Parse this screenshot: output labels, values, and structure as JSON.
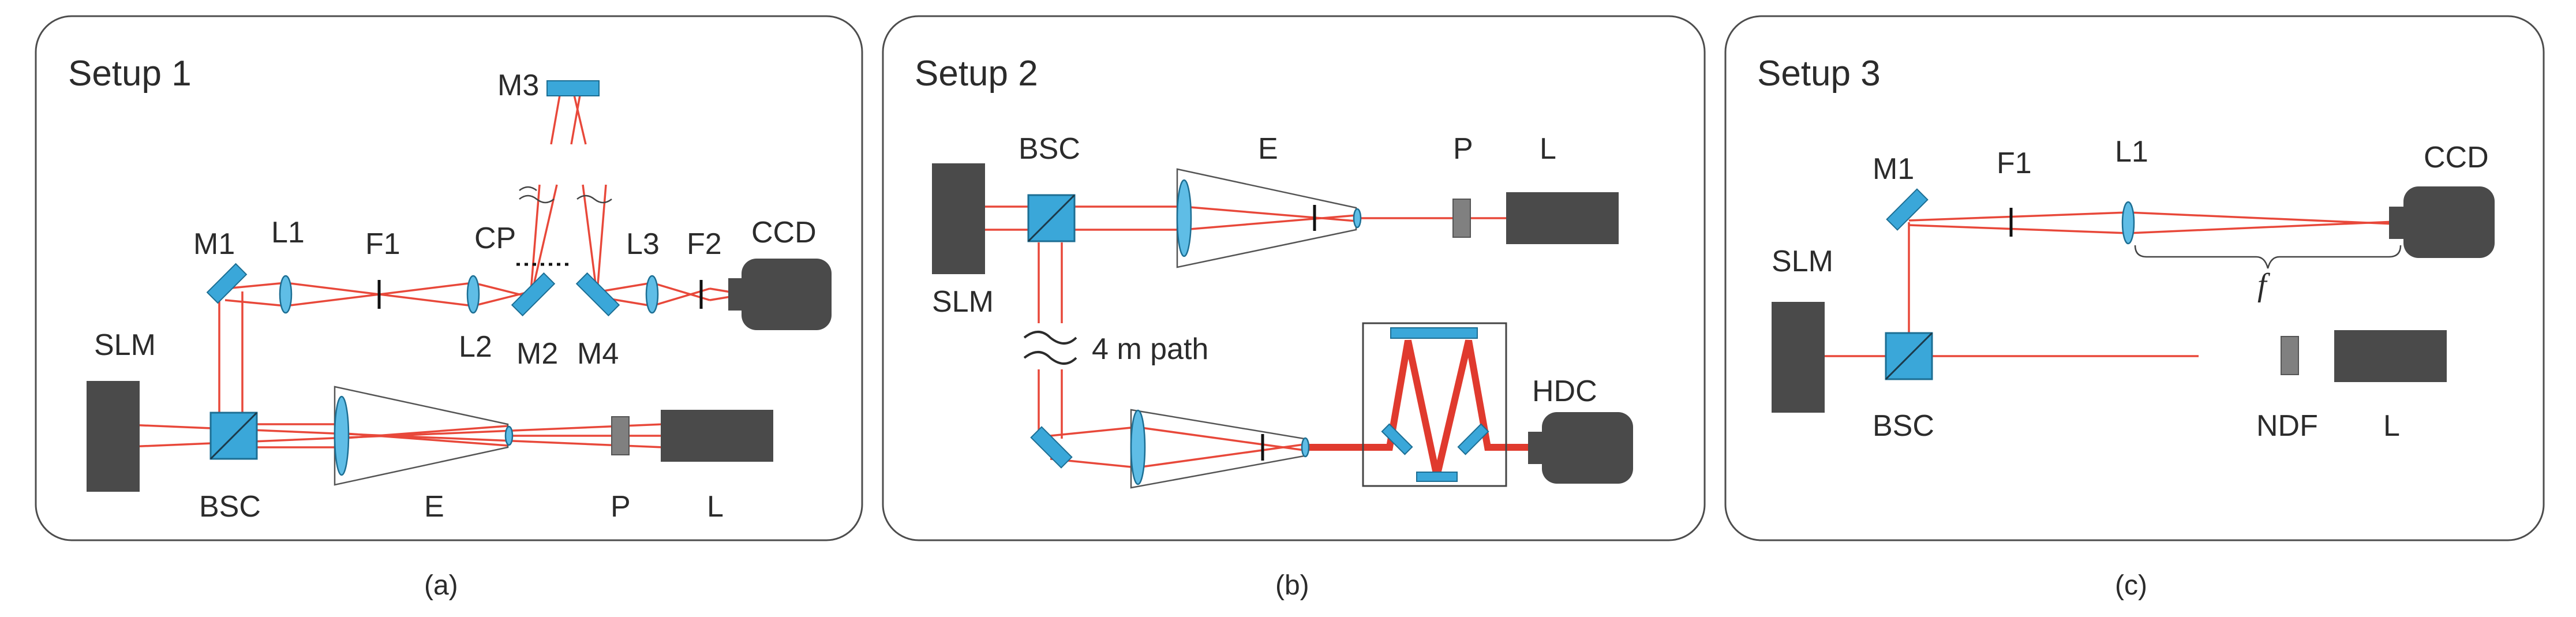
{
  "panels": [
    {
      "title": "Setup 1",
      "caption": "(a)",
      "labels": {
        "slm": "SLM",
        "bsc": "BSC",
        "m1": "M1",
        "l1": "L1",
        "f1": "F1",
        "l2": "L2",
        "cp": "CP",
        "m2": "M2",
        "m3": "M3",
        "m4": "M4",
        "l3": "L3",
        "f2": "F2",
        "ccd": "CCD",
        "e": "E",
        "p": "P",
        "l": "L"
      }
    },
    {
      "title": "Setup 2",
      "caption": "(b)",
      "labels": {
        "slm": "SLM",
        "bsc": "BSC",
        "e": "E",
        "p": "P",
        "l": "L",
        "path": "4 m path",
        "hdc": "HDC"
      }
    },
    {
      "title": "Setup 3",
      "caption": "(c)",
      "labels": {
        "m1": "M1",
        "f1": "F1",
        "l1": "L1",
        "ccd": "CCD",
        "focal": "f",
        "slm": "SLM",
        "bsc": "BSC",
        "ndf": "NDF",
        "l": "L"
      }
    }
  ],
  "colors": {
    "beam": "#e8483a",
    "optics": "#3aa7d9",
    "device": "#4a4a4a"
  }
}
